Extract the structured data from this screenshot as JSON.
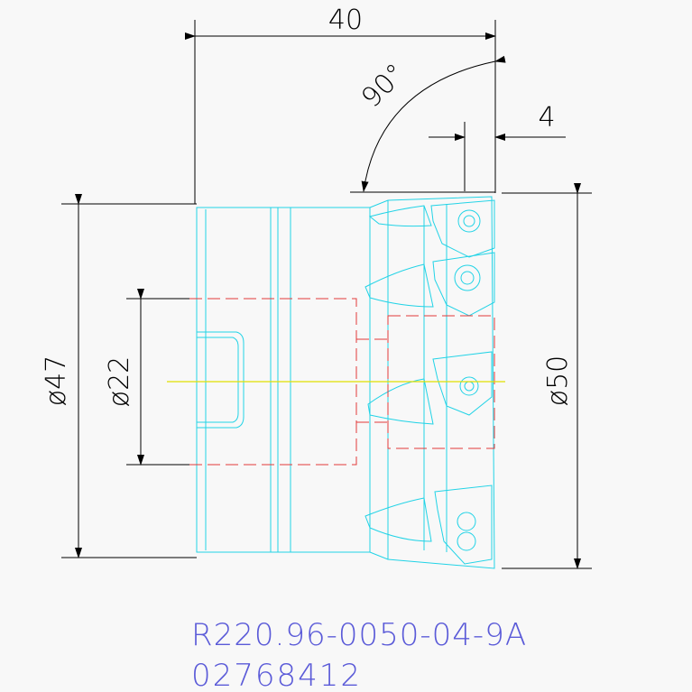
{
  "dimensions": {
    "length": "40",
    "angle": "90°",
    "step": "4",
    "dia_shank": "ø47",
    "dia_bore": "ø22",
    "dia_cut": "ø50"
  },
  "title_block": {
    "part_number": "R220.96-0050-04-9A",
    "order_code": "02768412"
  },
  "colors": {
    "outline": "#22d3e6",
    "dimension": "#000000",
    "hidden": "#e23a3a",
    "centerline": "#e0e000",
    "text_code": "#5a5ad8"
  }
}
